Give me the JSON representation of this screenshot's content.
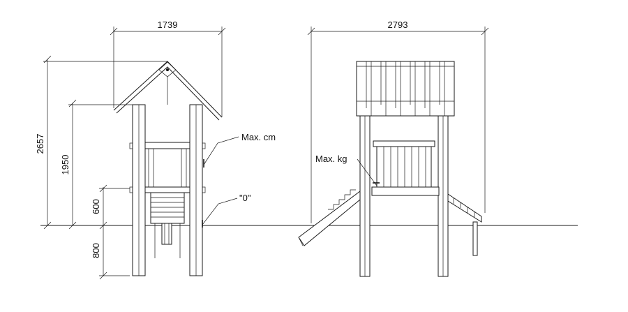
{
  "dimensions": {
    "front_width": "1739",
    "side_width": "2793",
    "total_height": "2657",
    "tower_height": "1950",
    "platform_height": "600",
    "foundation_depth": "800"
  },
  "annotations": {
    "max_cm": "Max. cm",
    "zero_level": "\"0\"",
    "max_kg": "Max. kg"
  }
}
